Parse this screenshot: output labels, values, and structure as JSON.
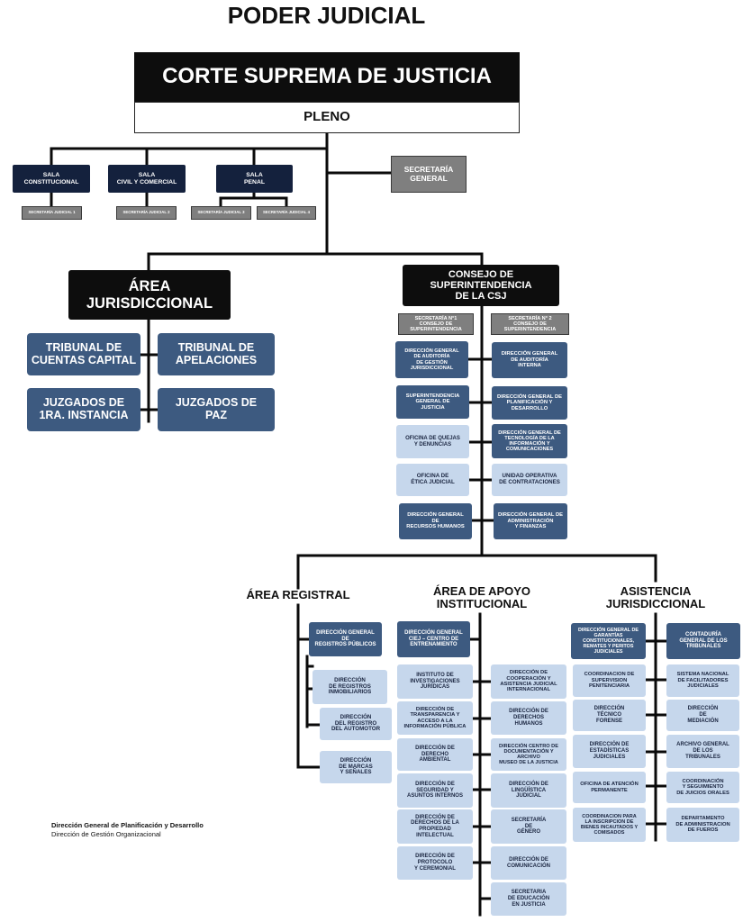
{
  "title": "PODER JUDICIAL",
  "corte": "CORTE SUPREMA DE JUSTICIA",
  "pleno": "PLENO",
  "salas": [
    {
      "label": "SALA\nCONSTITUCIONAL",
      "secretarias": [
        "SECRETARÍA JUDICIAL 1"
      ]
    },
    {
      "label": "SALA\nCIVIL Y COMERCIAL",
      "secretarias": [
        "SECRETARÍA JUDICIAL 2"
      ]
    },
    {
      "label": "SALA\nPENAL",
      "secretarias": [
        "SECRETARÍA JUDICIAL 3",
        "SECRETARÍA JUDICIAL 4"
      ]
    }
  ],
  "secretaria_general": "SECRETARÍA\nGENERAL",
  "area_jurisdiccional": {
    "title": "ÁREA\nJURISDICCIONAL",
    "units": [
      "TRIBUNAL DE\nCUENTAS CAPITAL",
      "TRIBUNAL DE\nAPELACIONES",
      "JUZGADOS DE\n1RA. INSTANCIA",
      "JUZGADOS DE\nPAZ"
    ]
  },
  "consejo": {
    "title": "CONSEJO DE\nSUPERINTENDENCIA\nDE LA CSJ",
    "secretarias": [
      "SECRETARÍA N°1\nCONSEJO DE\nSUPERINTENDENCIA",
      "SECRETARÍA N° 2\nCONSEJO DE\nSUPERINTENDENCIA"
    ],
    "units": [
      "DIRECCIÓN GENERAL\nDE AUDITORÍA\nDE GESTIÓN\nJURISDICCIONAL",
      "DIRECCIÓN GENERAL\nDE AUDITORÍA\nINTERNA",
      "SUPERINTENDENCIA\nGENERAL DE\nJUSTICIA",
      "DIRECCIÓN GENERAL DE\nPLANIFICACIÓN Y\nDESARROLLO",
      "OFICINA DE QUEJAS\nY DENUNCIAS",
      "DIRECCIÓN GENERAL DE\nTECNOLOGÍA DE LA\nINFORMACIÓN Y\nCOMUNICACIONES",
      "OFICINA DE\nÉTICA JUDICIAL",
      "UNIDAD OPERATIVA\nDE CONTRATACIONES",
      "DIRECCIÓN GENERAL\nDE\nRECURSOS HUMANOS",
      "DIRECCIÓN GENERAL DE\nADMINISTRACIÓN\nY FINANZAS"
    ]
  },
  "area_registral": {
    "title": "ÁREA REGISTRAL",
    "head": "DIRECCIÓN GENERAL\nDE\nREGISTROS PÚBLICOS",
    "units": [
      "DIRECCIÓN\nDE REGISTROS\nINMOBILIARIOS",
      "DIRECCIÓN\nDEL REGISTRO\nDEL AUTOMOTOR",
      "DIRECCIÓN\nDE MARCAS\nY SEÑALES"
    ]
  },
  "area_apoyo": {
    "title": "ÁREA DE APOYO\nINSTITUCIONAL",
    "head": "DIRECCIÓN GENERAL\nCIEJ – CENTRO DE\nENTRENAMIENTO",
    "left": [
      "INSTITUTO DE\nINVESTIGACIONES\nJURÍDICAS",
      "DIRECCIÓN DE\nTRANSPARENCIA Y\nACCESO A LA\nINFORMACIÓN PÚBLICA",
      "DIRECCIÓN DE\nDERECHO\nAMBIENTAL",
      "DIRECCIÓN DE\nSEGURIDAD Y\nASUNTOS INTERNOS",
      "DIRECCIÓN DE\nDERECHOS DE LA\nPROPIEDAD\nINTELECTUAL",
      "DIRECCIÓN DE\nPROTOCOLO\nY CEREMONIAL"
    ],
    "right": [
      "DIRECCIÓN DE\nCOOPERACIÓN Y\nASISTENCIA JUDICIAL\nINTERNACIONAL",
      "DIRECCIÓN DE\nDERECHOS\nHUMANOS",
      "DIRECCIÓN CENTRO DE\nDOCUMENTACIÓN Y\nARCHIVO\nMUSEO DE LA JUSTICIA",
      "DIRECCIÓN DE\nLINGÜÍSTICA\nJUDICIAL",
      "SECRETARÍA\nDE\nGÉNERO",
      "DIRECCIÓN DE\nCOMUNICACIÓN",
      "SECRETARIA\nDE EDUCACIÓN\nEN JUSTICIA"
    ]
  },
  "asistencia": {
    "title": "ASISTENCIA\nJURISDICCIONAL",
    "heads": [
      "DIRECCIÓN GENERAL DE\nGARANTÍAS\nCONSTITUCIONALES,\nREMATES Y PERITOS\nJUDICIALES",
      "CONTADURÍA\nGENERAL DE LOS\nTRIBUNALES"
    ],
    "left": [
      "COORDINACION DE\nSUPERVISION\nPENITENCIARIA",
      "DIRECCIÓN\nTÉCNICO\nFORENSE",
      "DIRECCIÓN DE\nESTADÍSTICAS\nJUDICIALES",
      "OFICINA DE ATENCIÓN\nPERMANENTE",
      "COORDINACION PARA\nLA INSCRIPCION DE\nBIENES INCAUTADOS Y\nCOMISADOS"
    ],
    "right": [
      "SISTEMA NACIONAL\nDE FACILITADORES\nJUDICIALES",
      "DIRECCIÓN\nDE\nMEDIACIÓN",
      "ARCHIVO GENERAL\nDE LOS\nTRIBUNALES",
      "COORDINACIÓN\nY SEGUIMIENTO\nDE JUICIOS ORALES",
      "DEPARTAMENTO\nDE ADMINISTRACION\nDE FUEROS"
    ]
  },
  "footer": {
    "line1": "Dirección General de Planificación y Desarrollo",
    "line2": "Dirección de Gestión Organizacional"
  },
  "colors": {
    "black": "#0d0d0d",
    "navy": "#14213d",
    "mid_blue": "#3d5a80",
    "light_blue": "#c6d7ec",
    "grey": "#7f7f7f"
  }
}
